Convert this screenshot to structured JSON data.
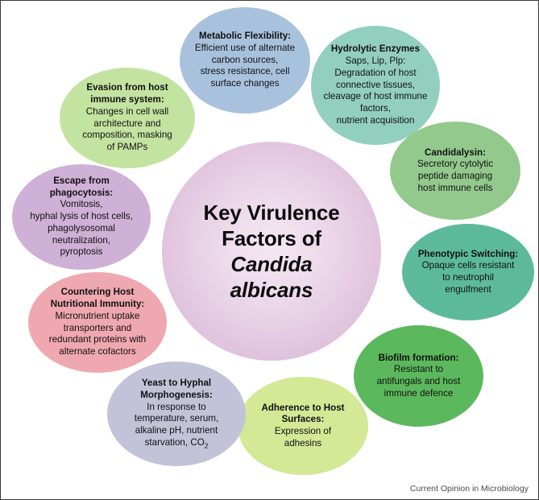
{
  "figure": {
    "center": {
      "line1": "Key Virulence",
      "line2": "Factors of",
      "species_line1": "Candida",
      "species_line2": "albicans",
      "fill_color": "#e3c8e0"
    },
    "credit": "Current Opinion in Microbiology",
    "bubbles": [
      {
        "id": "metabolic-flexibility",
        "title": "Metabolic Flexibility:",
        "body": "Efficient use of alternate carbon sources, stress resistance, cell surface changes",
        "color": "#a8c2de"
      },
      {
        "id": "hydrolytic-enzymes",
        "title": "Hydrolytic Enzymes",
        "body": "Saps, Lip, Plp: Degradation of host connective tissues, cleavage of host immune factors, nutrient acquisition",
        "color": "#93cfbe"
      },
      {
        "id": "candidalysin",
        "title": "Candidalysin:",
        "body": "Secretory cytolytic peptide damaging host immune cells",
        "color": "#93c98d"
      },
      {
        "id": "phenotypic-switching",
        "title": "Phenotypic Switching:",
        "body": "Opaque cells resistant to neutrophil engulfment",
        "color": "#5cba9b"
      },
      {
        "id": "biofilm-formation",
        "title": "Biofilm formation:",
        "body": "Resistant to antifungals and host immune defence",
        "color": "#5cb85c"
      },
      {
        "id": "adherence-to-host-surfaces",
        "title": "Adherence to Host Surfaces:",
        "body": "Expression of adhesins",
        "color": "#d4e896"
      },
      {
        "id": "yeast-to-hyphal-morphogenesis",
        "title": "Yeast to Hyphal Morphogenesis:",
        "body": "In response to temperature, serum, alkaline pH, nutrient starvation, CO2",
        "color": "#c2c2d8"
      },
      {
        "id": "countering-host-nutritional-immunity",
        "title": "Countering Host Nutritional Immunity:",
        "body": "Micronutrient uptake transporters and redundant proteins with alternate cofactors",
        "color": "#efa8b0"
      },
      {
        "id": "escape-from-phagocytosis",
        "title": "Escape from phagocytosis:",
        "body": "Vomitosis, hyphal lysis of host cells, phagolysosomal neutralization, pyroptosis",
        "color": "#cfb0d6"
      },
      {
        "id": "evasion-from-host-immune-system",
        "title": "Evasion from host immune system:",
        "body": "Changes in cell wall architecture and composition, masking of PAMPs",
        "color": "#c3e3a0"
      }
    ]
  }
}
